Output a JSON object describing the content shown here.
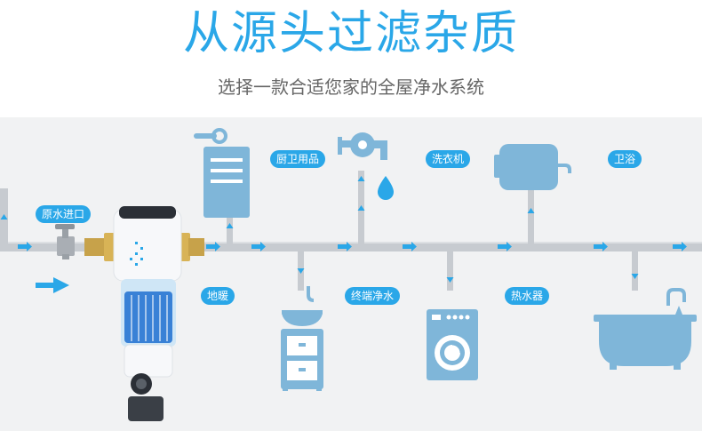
{
  "header": {
    "title": "从源头过滤杂质",
    "subtitle": "选择一款合适您家的全屋净水系统"
  },
  "labels": {
    "inlet": "原水进口",
    "kitchen": "厨卫用品",
    "washer": "洗衣机",
    "bath": "卫浴",
    "floor_heat": "地暖",
    "terminal": "终端净水",
    "heater": "热水器"
  },
  "colors": {
    "accent": "#2aa7e8",
    "icon": "#7fb6d9",
    "pipe": "#c7cbd0"
  },
  "icons": [
    "towel-rack-icon",
    "faucet-icon",
    "water-drop-icon",
    "water-heater-icon",
    "bathtub-icon",
    "sink-cabinet-icon",
    "washing-machine-icon",
    "pre-filter-icon",
    "inlet-valve-icon",
    "flow-arrow-icon"
  ]
}
